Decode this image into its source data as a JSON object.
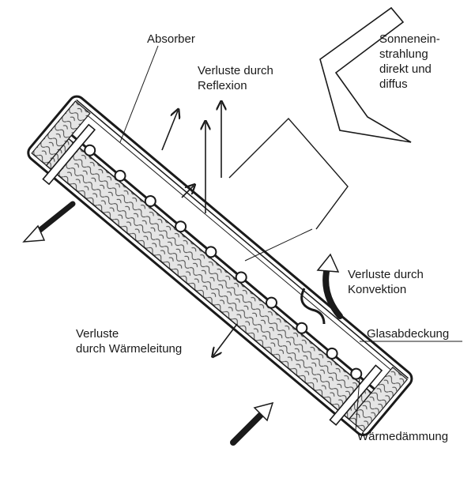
{
  "labels": {
    "absorber": "Absorber",
    "reflexion": [
      "Verluste durch",
      "Reflexion"
    ],
    "sonne": [
      "Sonnenein-",
      "strahlung",
      "direkt und",
      "diffus"
    ],
    "konvektion": [
      "Verluste durch",
      "Konvektion"
    ],
    "glas": "Glasabdeckung",
    "waermeleitung": [
      "Verluste",
      "durch Wärmeleitung"
    ],
    "daemmung": "Wärmedämmung"
  },
  "colors": {
    "ink": "#1a1a1a",
    "paper": "#ffffff",
    "insulation": "#d9d9d9",
    "glass": "#f4f4f4"
  },
  "icons": {
    "sun": "large-sun-arrow-icon",
    "inflow": "cold-inflow-arrow-icon",
    "outflow": "warm-outflow-arrow-icon"
  }
}
